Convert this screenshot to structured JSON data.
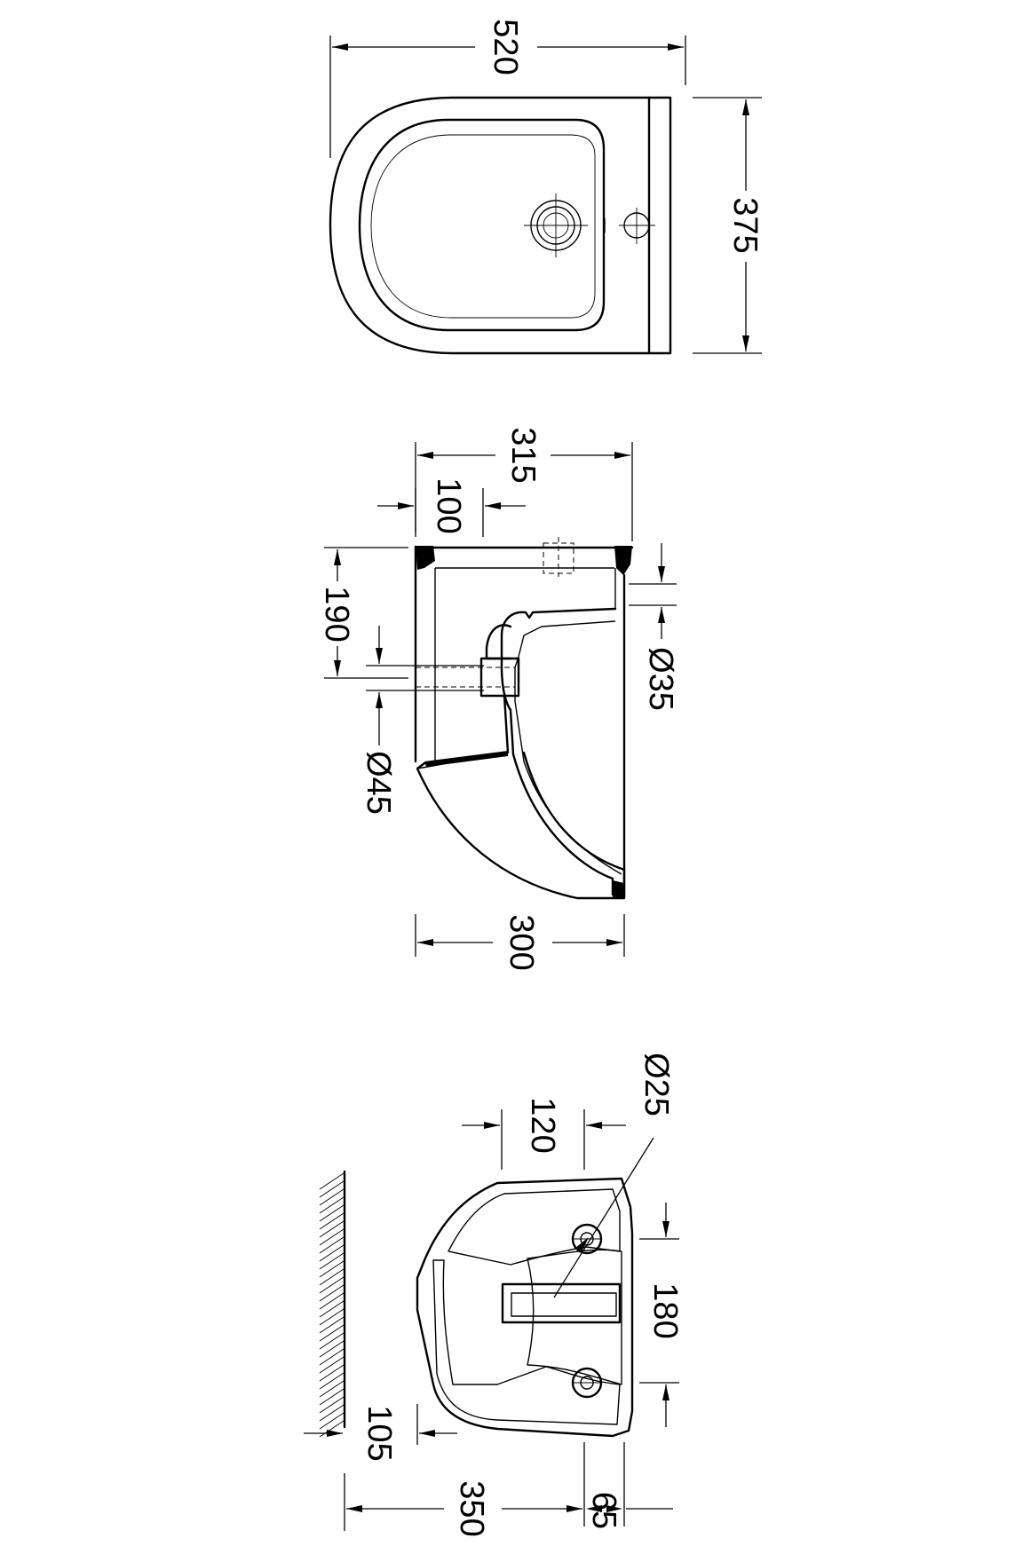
{
  "top_view": {
    "width_label": "520",
    "depth_label": "375"
  },
  "side_view": {
    "overall_depth_label": "315",
    "inlet_offset_label": "100",
    "outlet_height_label": "190",
    "outlet_diameter_label": "Ø45",
    "supply_diameter_label": "Ø35",
    "base_depth_label": "300"
  },
  "back_view": {
    "tap_spacing_label": "120",
    "fixing_diameter_label": "Ø25",
    "fixing_spacing_label": "180",
    "wall_offset_label": "105",
    "rim_offset_label": "65",
    "fixing_width_label": "350"
  }
}
